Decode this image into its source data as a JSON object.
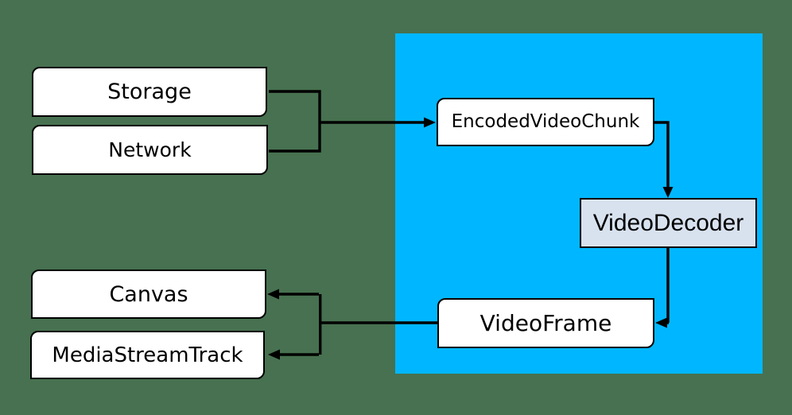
{
  "colors": {
    "background": "#477150",
    "panel": "#00B7FF",
    "node_fill": "#FFFFFF",
    "decoder_fill": "#D8E2EF",
    "line": "#000000",
    "text": "#000000"
  },
  "nodes": {
    "storage": {
      "label": "Storage"
    },
    "network": {
      "label": "Network"
    },
    "encoded_video_chunk": {
      "label": "EncodedVideoChunk"
    },
    "video_decoder": {
      "label": "VideoDecoder"
    },
    "video_frame": {
      "label": "VideoFrame"
    },
    "canvas": {
      "label": "Canvas"
    },
    "media_stream_track": {
      "label": "MediaStreamTrack"
    }
  },
  "edges": [
    {
      "from": "Storage",
      "to": "EncodedVideoChunk"
    },
    {
      "from": "Network",
      "to": "EncodedVideoChunk"
    },
    {
      "from": "EncodedVideoChunk",
      "to": "VideoDecoder"
    },
    {
      "from": "VideoDecoder",
      "to": "VideoFrame"
    },
    {
      "from": "VideoFrame",
      "to": "Canvas"
    },
    {
      "from": "VideoFrame",
      "to": "MediaStreamTrack"
    }
  ]
}
